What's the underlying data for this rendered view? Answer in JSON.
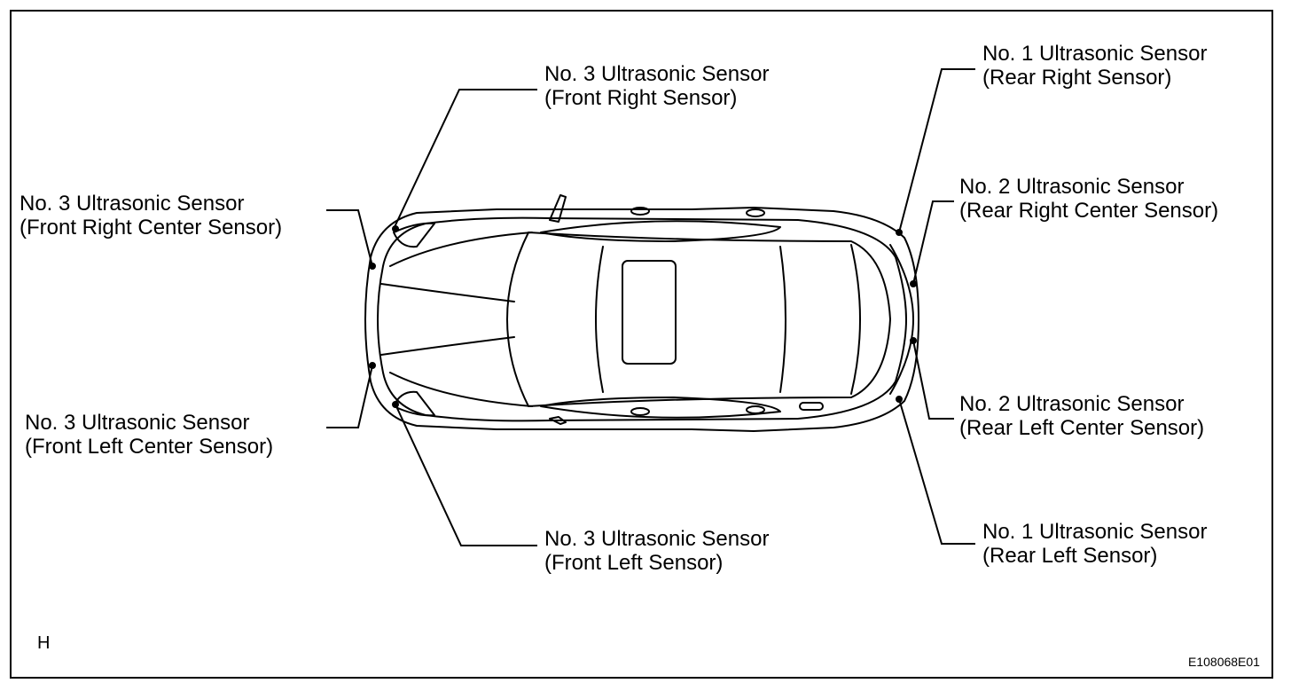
{
  "figure": {
    "view_letter": "H",
    "figure_code": "E108068E01"
  },
  "labels": {
    "front_right": {
      "line1": "No. 3 Ultrasonic Sensor",
      "line2": "(Front Right Sensor)"
    },
    "front_right_center": {
      "line1": "No. 3 Ultrasonic Sensor",
      "line2": "(Front Right Center Sensor)"
    },
    "front_left_center": {
      "line1": "No. 3 Ultrasonic Sensor",
      "line2": "(Front Left Center Sensor)"
    },
    "front_left": {
      "line1": "No. 3 Ultrasonic Sensor",
      "line2": "(Front Left Sensor)"
    },
    "rear_right": {
      "line1": "No. 1 Ultrasonic Sensor",
      "line2": "(Rear Right Sensor)"
    },
    "rear_right_center": {
      "line1": "No. 2 Ultrasonic Sensor",
      "line2": "(Rear Right Center Sensor)"
    },
    "rear_left_center": {
      "line1": "No. 2 Ultrasonic Sensor",
      "line2": "(Rear Left Center Sensor)"
    },
    "rear_left": {
      "line1": "No. 1 Ultrasonic Sensor",
      "line2": "(Rear Left Sensor)"
    }
  }
}
